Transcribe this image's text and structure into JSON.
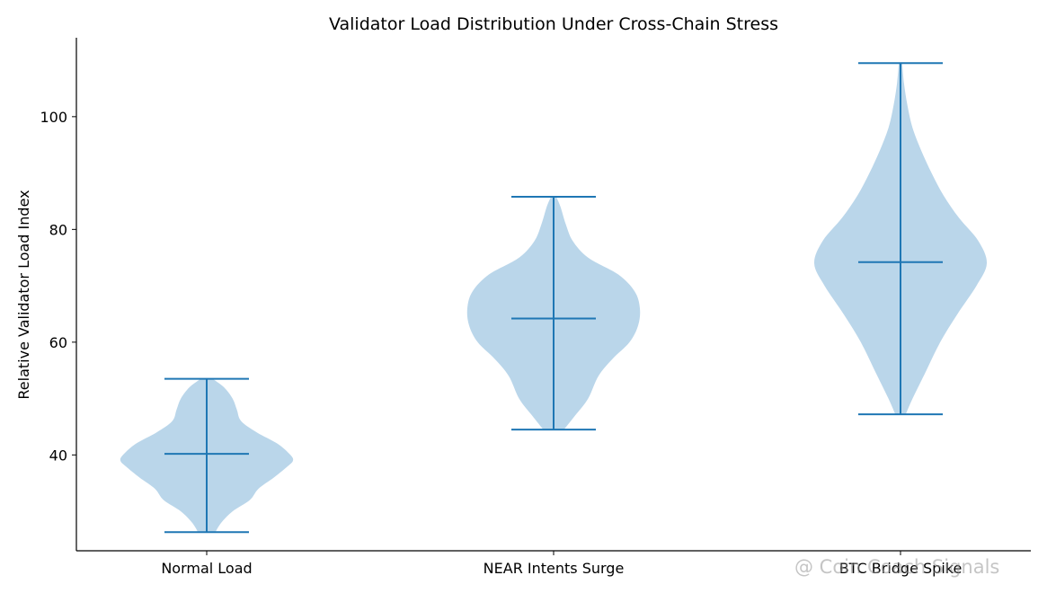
{
  "chart_data": {
    "type": "violin",
    "title": "Validator Load Distribution Under Cross-Chain Stress",
    "ylabel": "Relative Validator Load Index",
    "xlabel": "",
    "ylim": [
      23,
      114
    ],
    "yticks": [
      40,
      60,
      80,
      100
    ],
    "categories": [
      "Normal Load",
      "NEAR Intents Surge",
      "BTC Bridge Spike"
    ],
    "series": [
      {
        "min": 26.3,
        "max": 53.5,
        "mean": 40.2,
        "density": [
          [
            26.3,
            0.1
          ],
          [
            28,
            0.17
          ],
          [
            30,
            0.3
          ],
          [
            32,
            0.5
          ],
          [
            34,
            0.6
          ],
          [
            36,
            0.78
          ],
          [
            38,
            0.94
          ],
          [
            39,
            1.0
          ],
          [
            40,
            0.97
          ],
          [
            42,
            0.82
          ],
          [
            44,
            0.58
          ],
          [
            46,
            0.4
          ],
          [
            48,
            0.35
          ],
          [
            50,
            0.3
          ],
          [
            52,
            0.2
          ],
          [
            53.5,
            0.07
          ]
        ]
      },
      {
        "min": 44.5,
        "max": 85.8,
        "mean": 64.2,
        "density": [
          [
            44.5,
            0.12
          ],
          [
            47,
            0.25
          ],
          [
            50,
            0.4
          ],
          [
            54,
            0.52
          ],
          [
            57,
            0.68
          ],
          [
            60,
            0.88
          ],
          [
            63,
            0.98
          ],
          [
            66,
            1.0
          ],
          [
            69,
            0.94
          ],
          [
            72,
            0.75
          ],
          [
            75,
            0.4
          ],
          [
            78,
            0.22
          ],
          [
            81,
            0.14
          ],
          [
            84,
            0.08
          ],
          [
            85.8,
            0.03
          ]
        ]
      },
      {
        "min": 47.2,
        "max": 109.5,
        "mean": 74.2,
        "density": [
          [
            47.2,
            0.06
          ],
          [
            50,
            0.14
          ],
          [
            55,
            0.3
          ],
          [
            60,
            0.46
          ],
          [
            65,
            0.66
          ],
          [
            70,
            0.88
          ],
          [
            74,
            1.0
          ],
          [
            78,
            0.9
          ],
          [
            82,
            0.68
          ],
          [
            86,
            0.5
          ],
          [
            90,
            0.36
          ],
          [
            94,
            0.24
          ],
          [
            98,
            0.14
          ],
          [
            102,
            0.08
          ],
          [
            106,
            0.04
          ],
          [
            109.5,
            0.02
          ]
        ]
      }
    ],
    "colors": {
      "body": "#bad6ea",
      "line": "#1f77b4"
    },
    "grid": false,
    "legend": "none"
  },
  "watermark": "@ Coin Coach Signals"
}
